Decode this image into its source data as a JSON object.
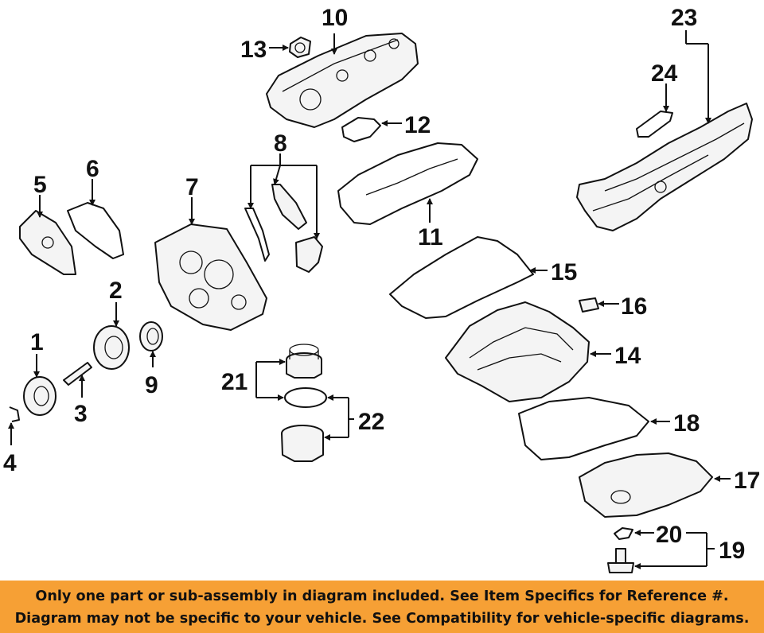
{
  "callouts": {
    "c1": "1",
    "c2": "2",
    "c3": "3",
    "c4": "4",
    "c5": "5",
    "c6": "6",
    "c7": "7",
    "c8": "8",
    "c9": "9",
    "c10": "10",
    "c11": "11",
    "c12": "12",
    "c13": "13",
    "c14": "14",
    "c15": "15",
    "c16": "16",
    "c17": "17",
    "c18": "18",
    "c19": "19",
    "c20": "20",
    "c21": "21",
    "c22": "22",
    "c23": "23",
    "c24": "24"
  },
  "notice": {
    "line1": "Only one part or sub-assembly in diagram included. See Item Specifics for Reference #.",
    "line2": "Diagram may not be specific to your vehicle. See Compatibility for vehicle-specific diagrams."
  },
  "colors": {
    "banner_bg": "#f6a035",
    "ink": "#111111"
  }
}
